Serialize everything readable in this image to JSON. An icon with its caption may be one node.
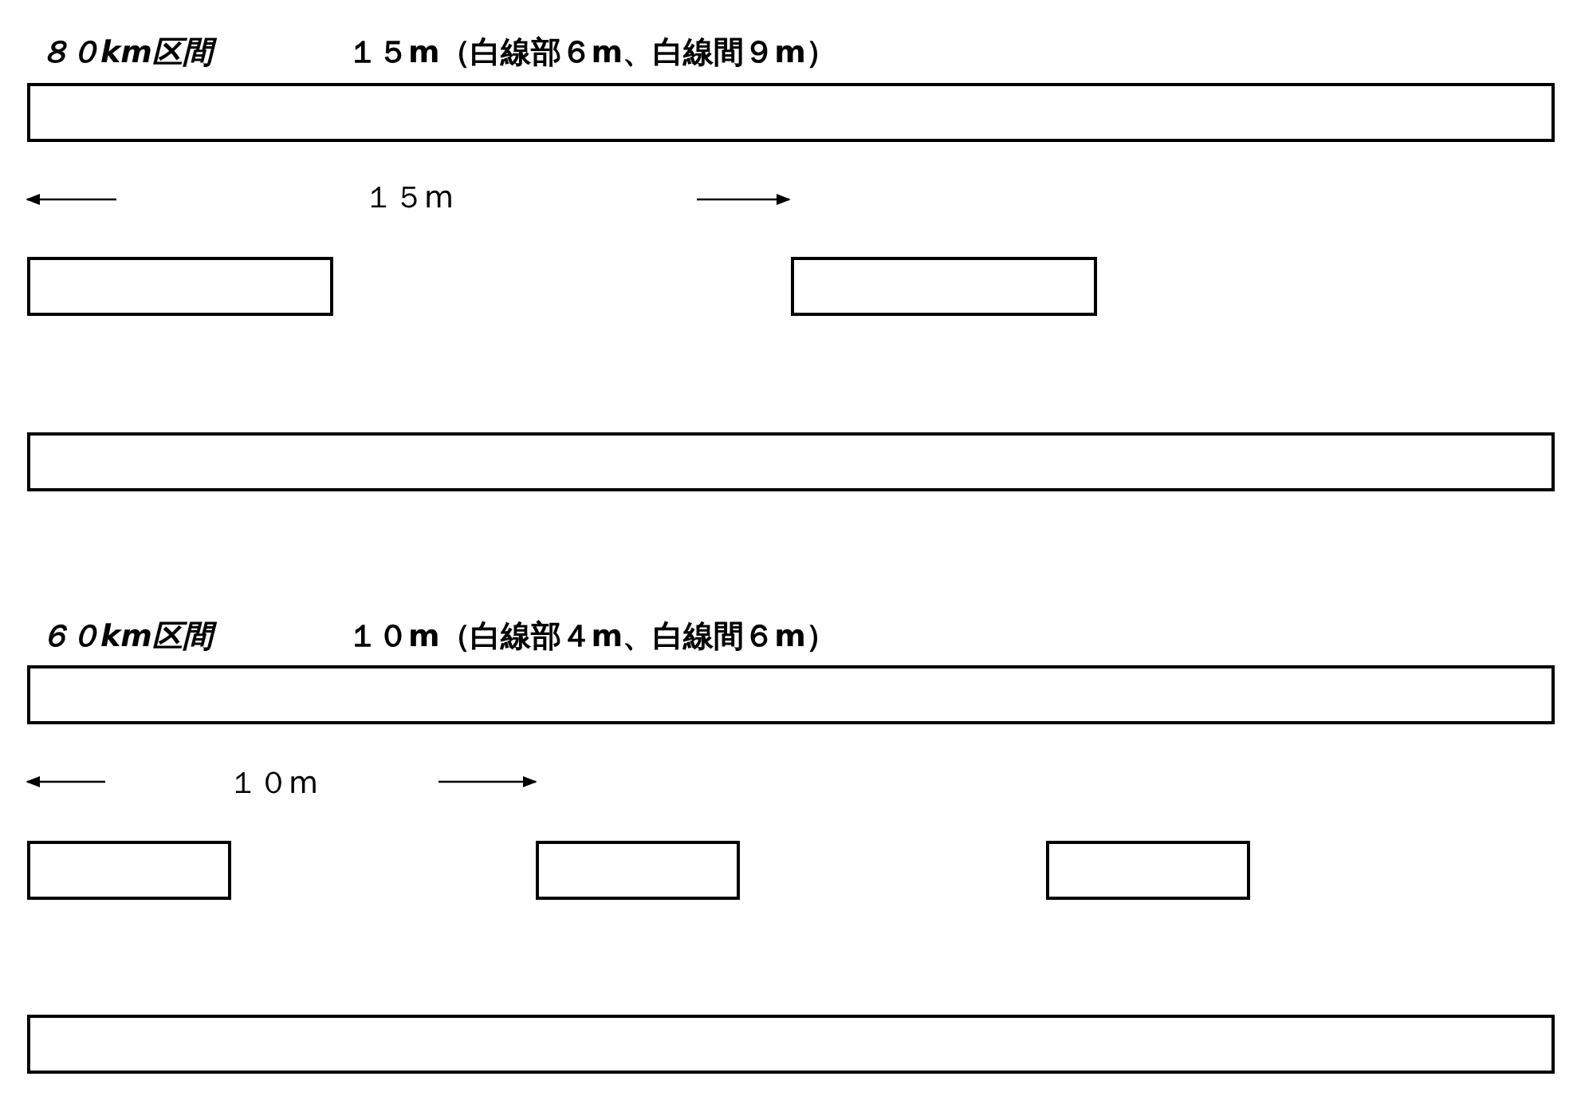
{
  "diagram": {
    "nodes": [
      {
        "text": [],
        "shape": "bar"
      },
      {
        "text": [],
        "shape": "bar"
      },
      {
        "text": [],
        "shape": "bar"
      },
      {
        "text": [],
        "shape": "bar"
      },
      {
        "text": [],
        "shape": "bar"
      },
      {
        "text": [],
        "shape": "bar"
      },
      {
        "text": [],
        "shape": "bar"
      },
      {
        "text": [],
        "shape": "bar"
      },
      {
        "text": [],
        "shape": "bar"
      }
    ],
    "labels": [
      "８０km区間",
      "１５m（白線部６m、白線間９m）",
      "１５m",
      "６０km区間",
      "１０m（白線部４m、白線間６m）",
      "１０m"
    ]
  }
}
